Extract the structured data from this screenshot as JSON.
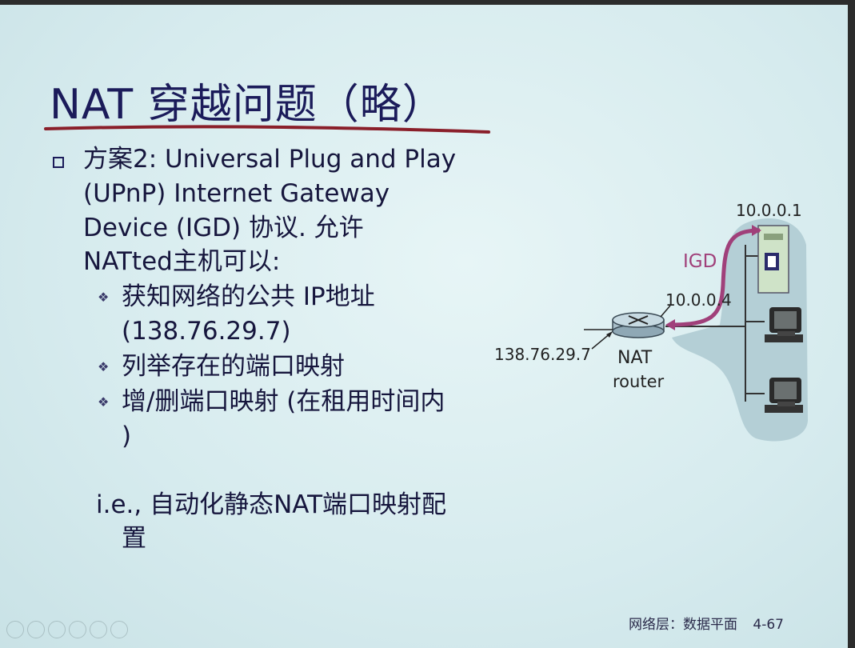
{
  "title": "NAT 穿越问题（略）",
  "bullet_main": {
    "lines": [
      "方案2: Universal Plug and Play",
      "(UPnP) Internet Gateway",
      "Device (IGD) 协议. 允许",
      "NATted主机可以:"
    ]
  },
  "sub_bullets": [
    {
      "lines": [
        "获知网络的公共 IP地址",
        "(138.76.29.7)"
      ]
    },
    {
      "lines": [
        "列举存在的端口映射"
      ]
    },
    {
      "lines": [
        "增/删端口映射 (在租用时间内",
        ")"
      ]
    }
  ],
  "note": {
    "lines": [
      "i.e., 自动化静态NAT端口映射配",
      "置"
    ]
  },
  "diagram": {
    "ip_server": "10.0.0.1",
    "igd_label": "IGD",
    "ip_router_inside": "10.0.0.4",
    "ip_public": "138.76.29.7",
    "router_label_1": "NAT",
    "router_label_2": "router",
    "colors": {
      "igd_path": "#a0407a",
      "lan_area": "#b4cfd6"
    }
  },
  "footer": {
    "section": "网络层：数据平面",
    "page": "4-67"
  }
}
